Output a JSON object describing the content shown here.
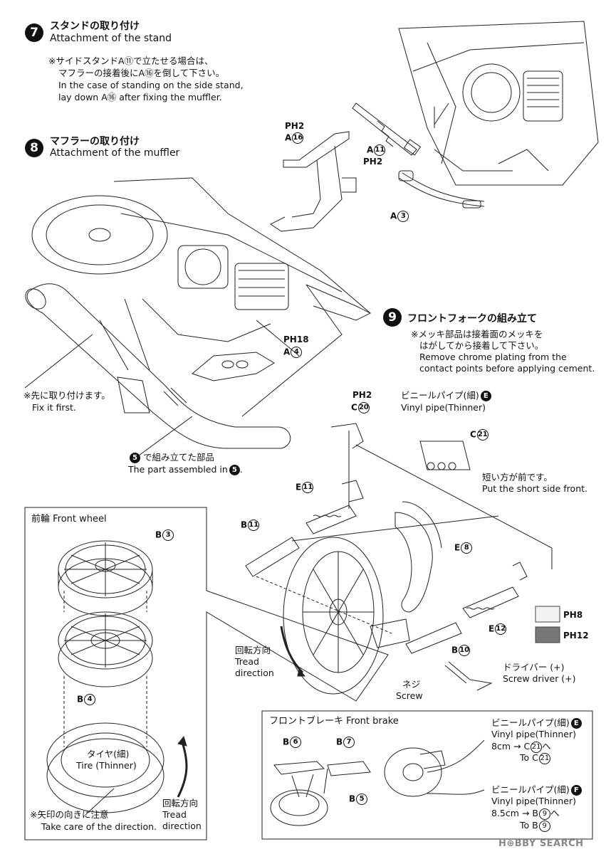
{
  "step7": {
    "number": "7",
    "title_jp": "スタンドの取り付け",
    "title_en": "Attachment of the stand",
    "note_jp_1": "※サイドスタンドA⑪で立たせる場合は、",
    "note_jp_2": "マフラーの接着後にA⑯を倒して下さい。",
    "note_en_1": "In the case of standing on the side stand,",
    "note_en_2": "lay down A⑯ after fixing the muffler.",
    "labels": {
      "ph2_a": "PH2",
      "a16": "A",
      "a16_num": "16",
      "a11": "A",
      "a11_num": "11",
      "ph2_b": "PH2",
      "a3": "A",
      "a3_num": "3"
    }
  },
  "step8": {
    "number": "8",
    "title_jp": "マフラーの取り付け",
    "title_en": "Attachment of the muffler",
    "ph18": "PH18",
    "a4": "A",
    "a4_num": "4",
    "fix_first_jp": "※先に取り付けます。",
    "fix_first_en": "Fix it first.",
    "assembled_jp": "で組み立てた部品",
    "assembled_en": "The part assembled in",
    "assembled_ref": "5"
  },
  "step9": {
    "number": "9",
    "title_jp": "フロントフォークの組み立て",
    "note_jp_1": "※メッキ部品は接着面のメッキを",
    "note_jp_2": "はがしてから接着して下さい。",
    "note_en_1": "Remove chrome plating from the",
    "note_en_2": "contact points before applying cement.",
    "labels": {
      "ph2": "PH2",
      "c20": "C",
      "c20_num": "20",
      "vinyl_jp": "ビニールパイプ(細)",
      "vinyl_ref": "E",
      "vinyl_en": "Vinyl pipe(Thinner)",
      "c21": "C",
      "c21_num": "21",
      "short_jp": "短い方が前です。",
      "short_en": "Put the short side front.",
      "e11": "E",
      "e11_num": "11",
      "b11": "B",
      "b11_num": "11",
      "e8": "E",
      "e8_num": "8",
      "e12": "E",
      "e12_num": "12",
      "b10": "B",
      "b10_num": "10",
      "rot_jp": "回転方向",
      "rot_en_1": "Tread",
      "rot_en_2": "direction",
      "screw_jp": "ネジ",
      "screw_en": "Screw",
      "driver_jp": "ドライバー (+)",
      "driver_en": "Screw driver (+)",
      "legend_ph8": "PH8",
      "legend_ph12": "PH12"
    }
  },
  "front_wheel": {
    "title": "前輪 Front wheel",
    "b3": "B",
    "b3_num": "3",
    "b4": "B",
    "b4_num": "4",
    "tire_jp": "タイヤ(細)",
    "tire_en": "Tire (Thinner)",
    "arrow_jp": "※矢印の向きに注意",
    "arrow_en": "Take care of the direction.",
    "rot_jp": "回転方向",
    "rot_en_1": "Tread",
    "rot_en_2": "direction"
  },
  "front_brake": {
    "title": "フロントブレーキ Front brake",
    "b6": "B",
    "b6_num": "6",
    "b7": "B",
    "b7_num": "7",
    "b5": "B",
    "b5_num": "5",
    "pipe1_jp": "ビニールパイプ(細)",
    "pipe1_ref": "E",
    "pipe1_en": "Vinyl pipe(Thinner)",
    "pipe1_len": "8cm →",
    "pipe1_to_jp_c": "C",
    "pipe1_to_jp_num": "21",
    "pipe1_to_jp_suffix": "へ",
    "pipe1_to_en": "To C",
    "pipe1_to_en_num": "21",
    "pipe2_jp": "ビニールパイプ(細)",
    "pipe2_ref": "F",
    "pipe2_en": "Vinyl pipe(Thinner)",
    "pipe2_len": "8.5cm →",
    "pipe2_to_jp_b": "B",
    "pipe2_to_jp_num": "9",
    "pipe2_to_jp_suffix": "へ",
    "pipe2_to_en": "To B",
    "pipe2_to_en_num": "9"
  },
  "watermark": "H⊕BBY SEARCH",
  "colors": {
    "ink": "#111111",
    "legend_light": "#f2f2f2",
    "legend_dark": "#777777"
  }
}
